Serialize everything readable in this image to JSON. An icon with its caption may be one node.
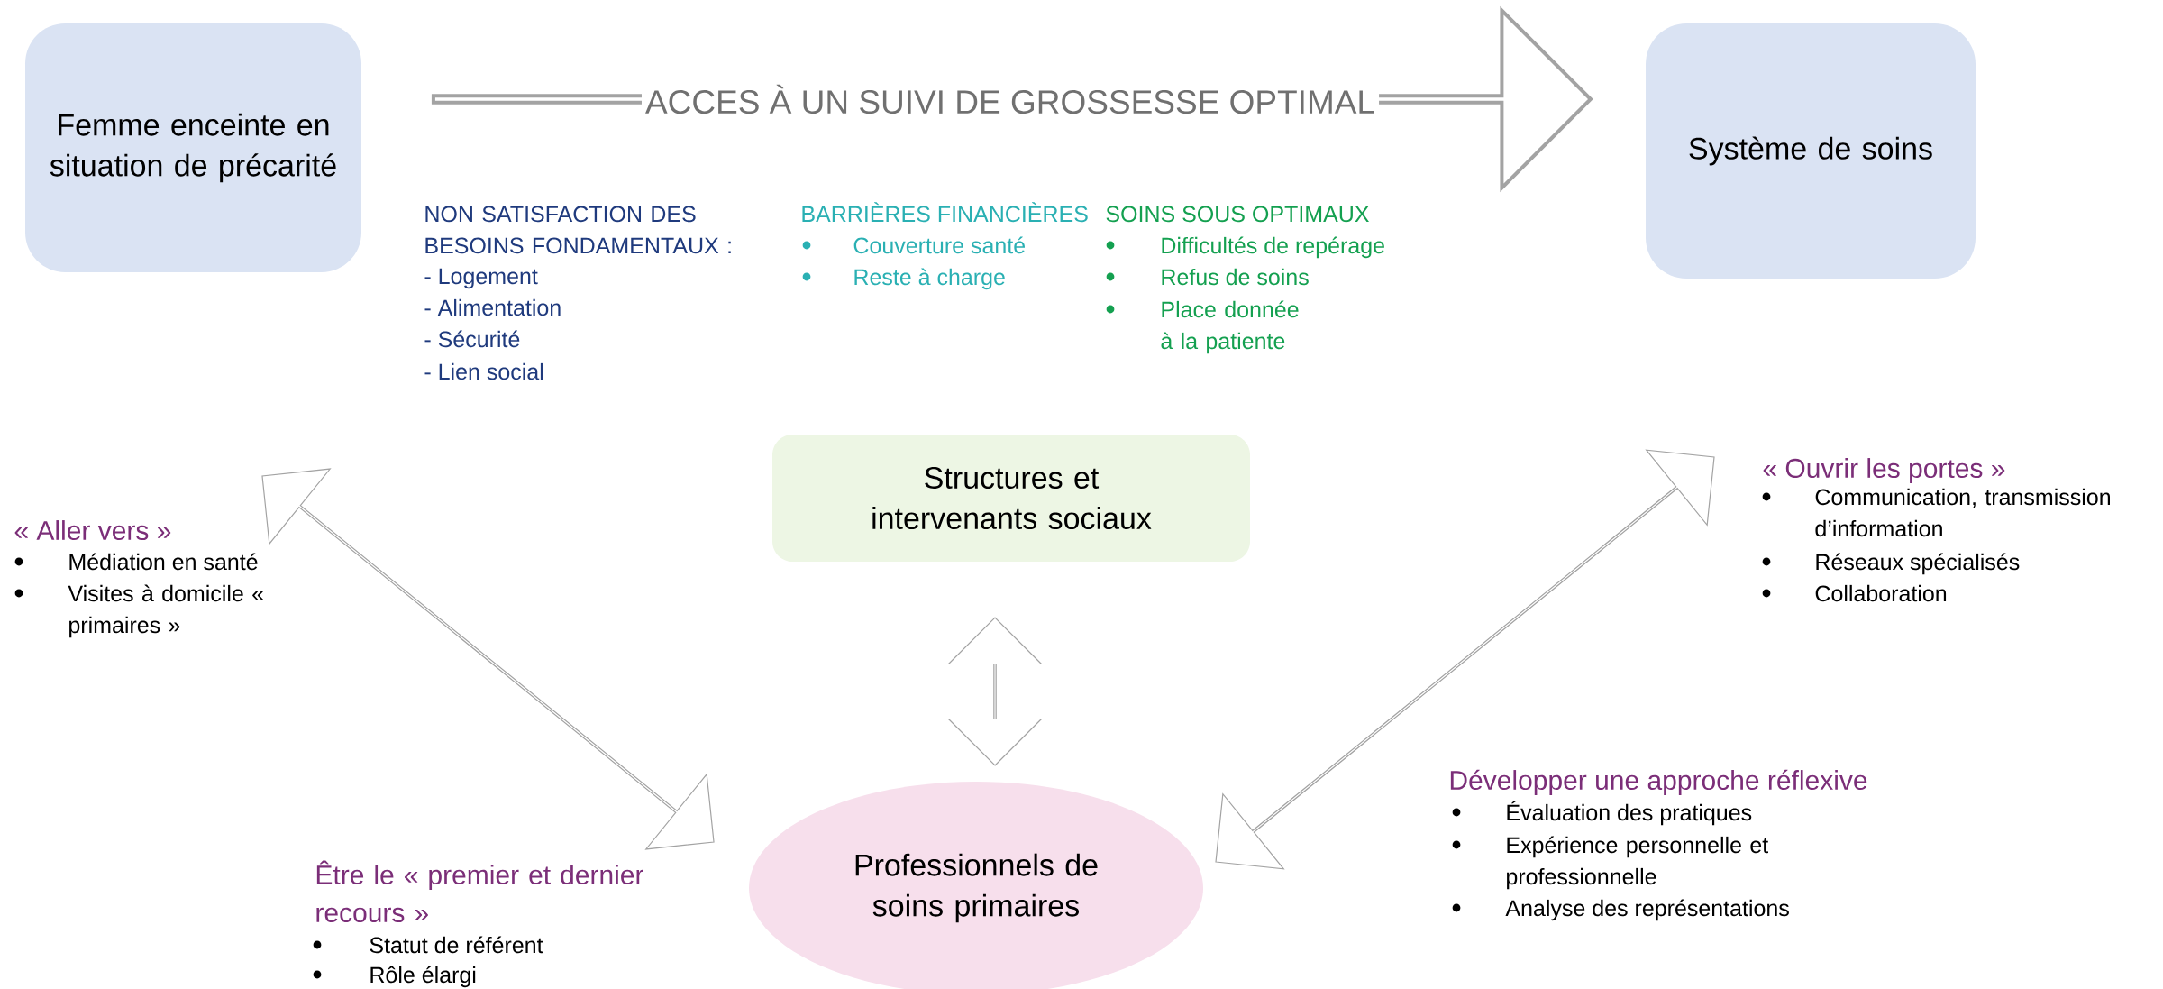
{
  "diagram": {
    "nodes": [
      {
        "text": [
          "Femme enceinte en situation de précarité"
        ]
      },
      {
        "text": [
          "Système de soins"
        ]
      },
      {
        "text": [
          "Structures et intervenants sociaux"
        ]
      },
      {
        "text": [
          "Professionnels de soins primaires"
        ]
      }
    ],
    "edges": [
      {
        "from": 0,
        "to": 1,
        "arrow": "to",
        "label": "ACCES À UN SUIVI DE GROSSESSE OPTIMAL",
        "style": "thick"
      },
      {
        "from": 0,
        "to": 3,
        "arrow": "both"
      },
      {
        "from": 2,
        "to": 3,
        "arrow": "both"
      },
      {
        "from": 1,
        "to": 3,
        "arrow": "both"
      }
    ],
    "labels": [
      "NON SATISFACTION DES BESOINS FONDAMENTAUX :",
      "- Logement",
      "- Alimentation",
      "- Sécurité",
      "- Lien social",
      "BARRIÈRES FINANCIÈRES",
      "Couverture santé",
      "Reste à charge",
      "SOINS SOUS OPTIMAUX",
      "Difficultés de repérage",
      "Refus de soins",
      "Place donnée à la patiente",
      "« Ouvrir les portes »",
      "Communication, transmission d’information",
      "Réseaux spécialisés",
      "Collaboration",
      "« Aller vers »",
      "Médiation en santé",
      "Visites à domicile « primaires »",
      "Développer une approche réflexive",
      "Évaluation des pratiques",
      "Expérience personnelle et professionnelle",
      "Analyse des représentations",
      "Être le « premier et dernier recours »",
      "Statut de référent",
      "Rôle élargi"
    ]
  }
}
